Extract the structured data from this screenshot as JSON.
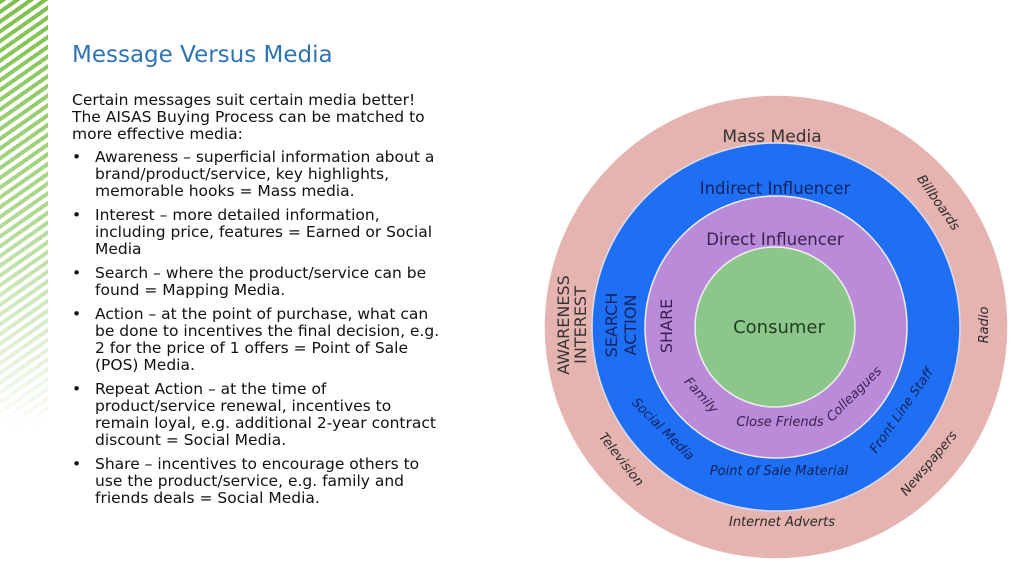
{
  "title": "Message Versus Media",
  "intro": [
    "Certain messages suit certain media better!",
    "The AISAS Buying Process can be matched to",
    "more effective media:"
  ],
  "bullets": [
    [
      "Awareness – superficial information about a",
      "brand/product/service, key highlights,",
      "memorable hooks = Mass media."
    ],
    [
      "Interest – more detailed information,",
      "including price, features = Earned or Social",
      "Media"
    ],
    [
      "Search – where the product/service can be",
      "found = Mapping Media."
    ],
    [
      "Action – at the point of purchase, what can",
      "be done to incentives the final decision, e.g.",
      "2 for the price of 1 offers = Point of Sale",
      "(POS) Media."
    ],
    [
      "Repeat Action – at the time of",
      "product/service renewal, incentives to",
      "remain loyal, e.g. additional 2-year contract",
      "discount = Social Media."
    ],
    [
      "Share – incentives to encourage others to",
      "use the product/service, e.g. family and",
      "friends deals = Social Media."
    ]
  ],
  "diagram": {
    "colors": {
      "outer": "#e6b4b0",
      "blue": "#1f6ff5",
      "purple": "#b98bd9",
      "green": "#8cc68b"
    },
    "mass_media": "Mass Media",
    "indirect": "Indirect Influencer",
    "direct": "Direct Influencer",
    "consumer": "Consumer",
    "awareness": "AWARENESS",
    "interest": "INTEREST",
    "search": "SEARCH",
    "action": "ACTION",
    "share": "SHARE",
    "outer_items": {
      "billboards": "Billboards",
      "radio": "Radio",
      "newspapers": "Newspapers",
      "internet": "Internet Adverts",
      "television": "Television"
    },
    "blue_items": {
      "social": "Social Media",
      "pos": "Point of Sale Material",
      "frontline": "Front Line Staff"
    },
    "purple_items": {
      "family": "Family",
      "friends": "Close Friends",
      "colleagues": "Colleagues"
    }
  }
}
